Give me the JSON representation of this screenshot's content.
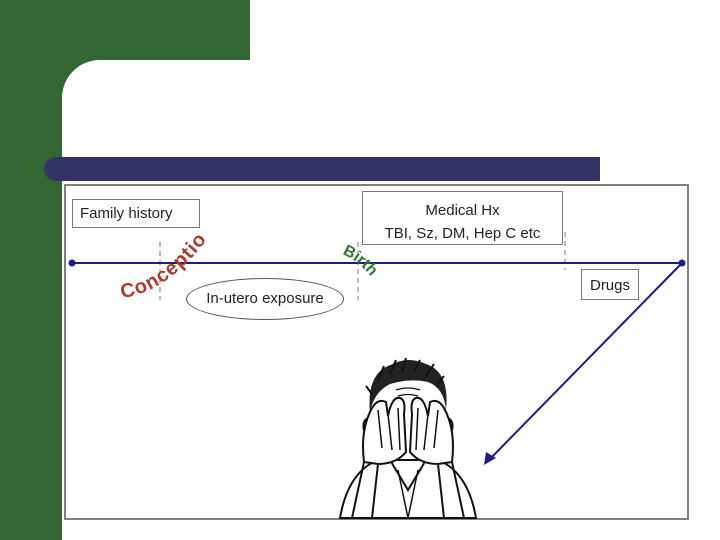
{
  "labels": {
    "family_history": "Family history",
    "medical_line1": "Medical Hx",
    "medical_line2": "TBI, Sz, DM, Hep C etc",
    "in_utero": "In-utero exposure",
    "drugs": "Drugs"
  },
  "arc_labels": {
    "conception": "Conception",
    "birth": "Birth"
  },
  "colors": {
    "sidebar_green": "#336633",
    "title_bar_navy": "#333366",
    "conception_red": "#b03a2e",
    "birth_green": "#2f7a2f",
    "arrow_navy": "#1c1c8a"
  },
  "icons": {
    "figure": "person-covering-face-icon"
  }
}
